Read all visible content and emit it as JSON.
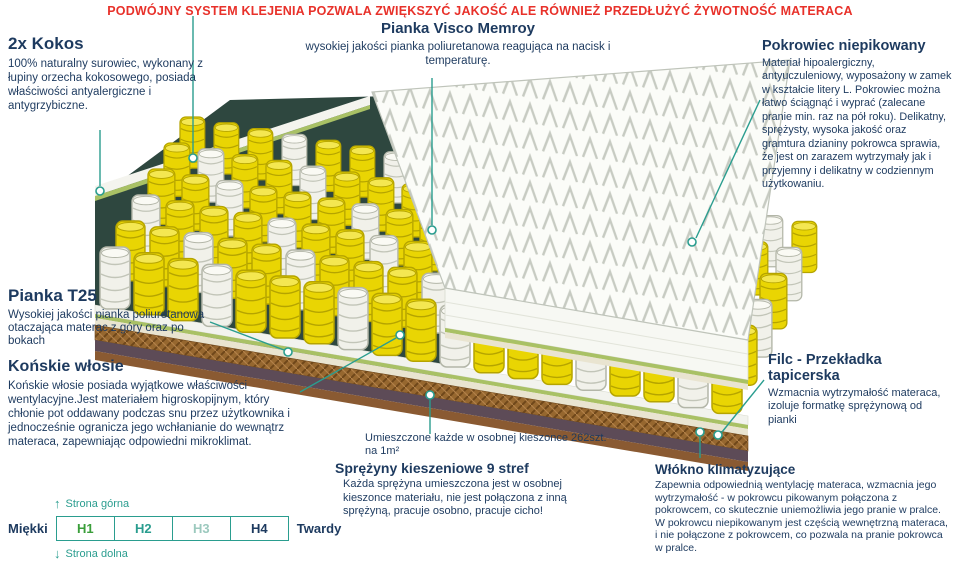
{
  "header": {
    "text": "PODWÓJNY SYSTEM KLEJENIA POZWALA ZWIĘKSZYĆ JAKOŚĆ ALE RÓWNIEŻ PRZEDŁUŻYĆ ŻYWOTNOŚĆ MATERACA"
  },
  "callouts": {
    "kokos": {
      "title": "2x Kokos",
      "body": "100% naturalny surowiec, wykonany z łupiny orzecha kokosowego, posiada właściwości antyalergiczne i antygrzybiczne."
    },
    "visco": {
      "title": "Pianka Visco Memroy",
      "body": "wysokiej jakości pianka poliuretanowa reagująca na nacisk i temperaturę."
    },
    "pokrowiec": {
      "title": "Pokrowiec niepikowany",
      "body": "Materiał hipoalergiczny, antyuczuleniowy, wyposażony w zamek w kształcie litery L. Pokrowiec można łatwo ściągnąć i wyprać (zalecane pranie min. raz na pół roku). Delikatny, sprężysty, wysoka jakość oraz gramtura dzianiny pokrowca sprawia, że jest on zarazem wytrzymały jak i przyjemny i delikatny w codziennym użytkowaniu."
    },
    "pianka_t25": {
      "title": "Pianka T25",
      "body": "Wysokiej jakości pianka poliuretanowa otaczająca materac z góry oraz po bokach"
    },
    "konskie_wlosie": {
      "title": "Końskie włosie",
      "body": "Końskie włosie posiada wyjątkowe właściwości wentylacyjne.Jest materiałem higroskopijnym, który chłonie pot oddawany podczas snu przez użytkownika i jednocześnie ogranicza jego wchłanianie do wewnątrz materaca, zapewniając odpowiedni mikroklimat."
    },
    "filc": {
      "title": "Filc - Przekładka tapicerska",
      "body": "Wzmacnia wytrzymałość materaca, izoluje formatkę sprężynową od pianki"
    },
    "wlokno": {
      "title": "Włókno klimatyzujące",
      "body": "Zapewnia odpowiednią wentylację materaca, wzmacnia jego wytrzymałość - w pokrowcu pikowanym połączona z pokrowcem, co skutecznie uniemożliwia jego pranie w pralce. W pokrowcu niepikowanym jest częścią wewnętrzną materaca, i nie połączone z pokrowcem, co pozwala na pranie pokrowca w pralce."
    },
    "sprezyny": {
      "title": "Sprężyny kieszeniowe 9 stref",
      "body1": "Umieszczone każde w osobnej kieszonce 262szt. na 1m²",
      "body2": "Każda sprężyna umieszczona jest w osobnej kieszonce materiału, nie jest połączona z inną sprężyną, pracuje osobno, pracuje cicho!"
    }
  },
  "scale": {
    "top_label": "Strona górna",
    "bottom_label": "Strona dolna",
    "soft": "Miękki",
    "hard": "Twardy",
    "levels": [
      "H1",
      "H2",
      "H3",
      "H4"
    ]
  },
  "icons": {
    "up": "↑",
    "down": "↓"
  },
  "colors": {
    "header_red": "#e8312a",
    "heading_navy": "#1d3a5f",
    "accent_teal": "#2a9d8f",
    "spring_yellow": "#e9d503",
    "spring_white": "#f1f1ea",
    "h1_green": "#3a9e3a",
    "h3_light_teal": "#9cc9be"
  }
}
